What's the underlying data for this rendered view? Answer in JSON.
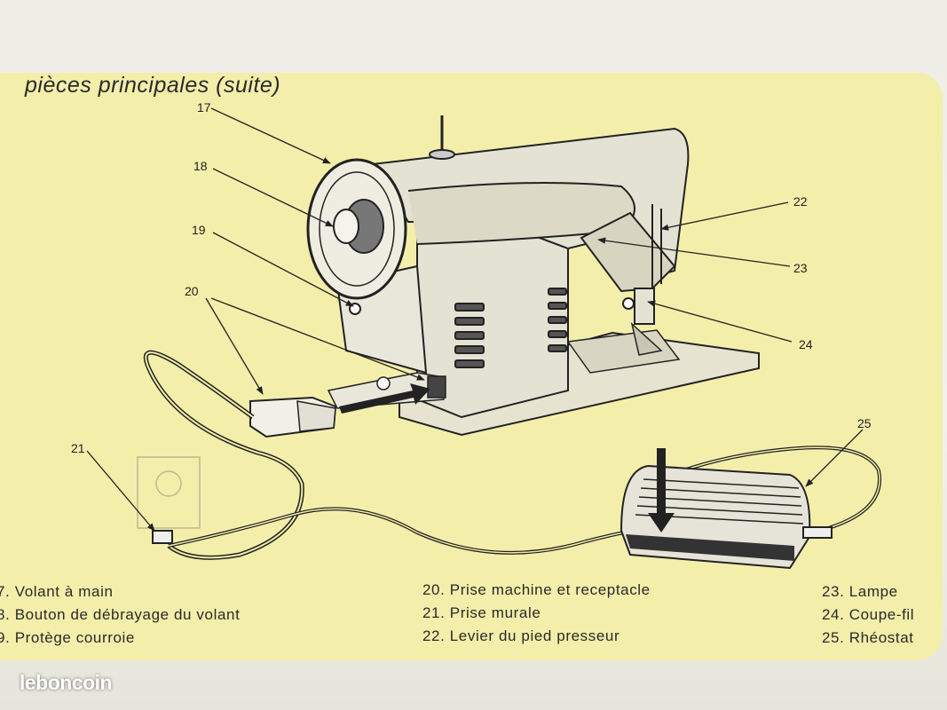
{
  "title": "pièces principales (suite)",
  "callouts": [
    "17",
    "18",
    "19",
    "20",
    "21",
    "22",
    "23",
    "24",
    "25"
  ],
  "legend": {
    "col1": [
      "7. Volant à main",
      "8. Bouton de débrayage du volant",
      "9. Protège courroie"
    ],
    "col2": [
      "20. Prise machine et receptacle",
      "21. Prise murale",
      "22. Levier du pied presseur"
    ],
    "col3": [
      "23. Lampe",
      "24. Coupe-fil",
      "25. Rhéostat"
    ]
  },
  "watermark": "leboncoin",
  "colors": {
    "panel": "#f3eeaa",
    "ink": "#2a2a2a",
    "machine": "#e4e2d2"
  }
}
